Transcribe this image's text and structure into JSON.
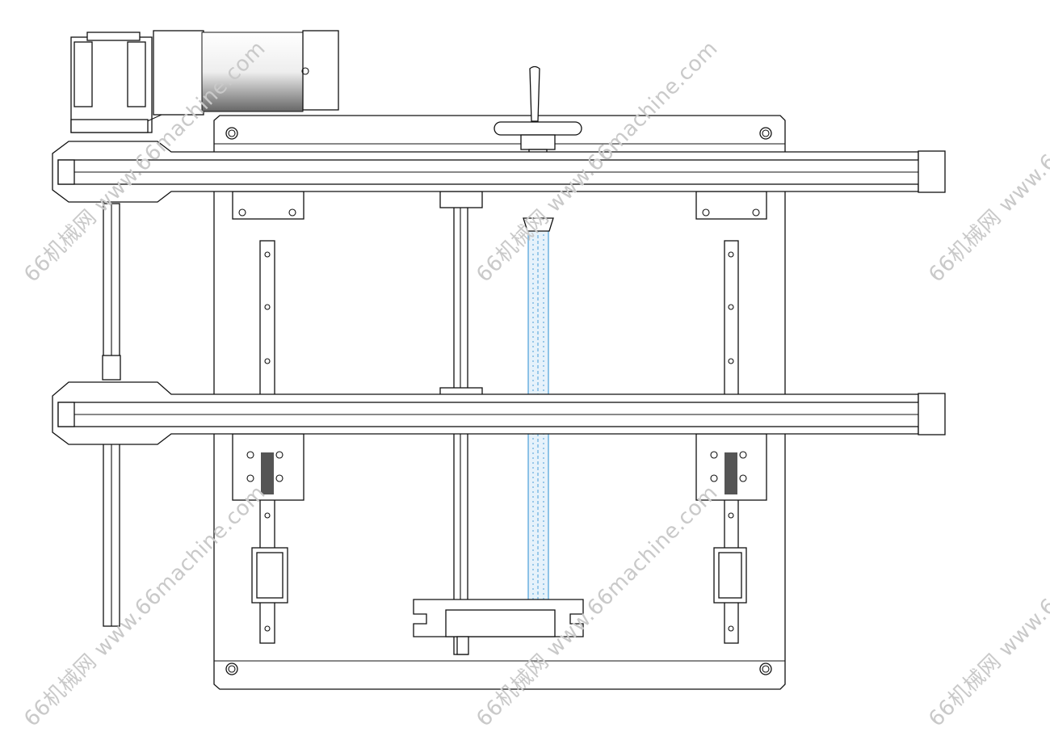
{
  "drawing": {
    "title": "Conveyor width adjustment mechanism (CAD drawing)",
    "colors": {
      "line": "#111111",
      "screw": "#4a9fd8",
      "watermark": "#c9c9c9",
      "motor_dark": "#555555"
    }
  },
  "watermarks": [
    {
      "text": "66机械网 www.66machine.com"
    },
    {
      "text": "66机械网 www.66machine.com"
    },
    {
      "text": "66机械网 www.66"
    },
    {
      "text": "66机械网 www.66machine.com"
    },
    {
      "text": "66机械网 www.66machine.com"
    },
    {
      "text": "66机械网 www.66"
    }
  ]
}
